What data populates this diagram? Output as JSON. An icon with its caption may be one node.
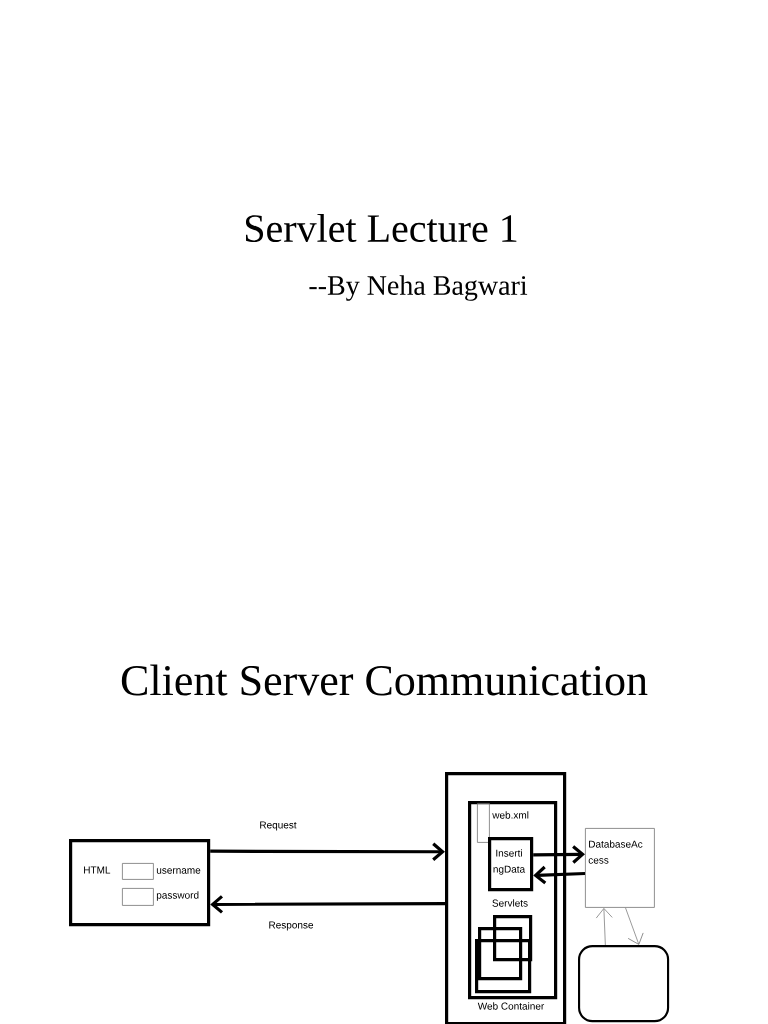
{
  "diagram": {
    "title": "Servlet Lecture 1",
    "nodes": [
      {
        "text": [
          "HTML"
        ]
      },
      {
        "text": [],
        "shape": "box",
        "in": 0,
        "beside": [
          "username"
        ]
      },
      {
        "text": [],
        "shape": "box",
        "in": 0,
        "beside": [
          "password"
        ]
      },
      {
        "text": [],
        "shape": "box"
      },
      {
        "text": [
          "Web Container"
        ],
        "in": 3
      },
      {
        "text": [],
        "shape": "box",
        "in": 4,
        "beside": [
          "web.xml"
        ]
      },
      {
        "text": [
          "Inserti ngData"
        ],
        "in": 4,
        "beside": [
          "Servlets"
        ]
      },
      {
        "text": [],
        "shape": "box",
        "in": 4
      },
      {
        "text": [],
        "shape": "box",
        "in": 4
      },
      {
        "text": [],
        "shape": "box",
        "in": 4
      },
      {
        "text": [
          "DatabaseAc cess"
        ]
      },
      {
        "text": [],
        "shape": "box"
      }
    ],
    "edges": [
      {
        "from": 0,
        "to": 3,
        "arrow": "to",
        "label": "Request"
      },
      {
        "from": 3,
        "to": 0,
        "arrow": "to",
        "label": "Response"
      },
      {
        "from": 6,
        "to": 10,
        "arrow": "to"
      },
      {
        "from": 10,
        "to": 6,
        "arrow": "to"
      },
      {
        "from": 11,
        "to": 10,
        "arrow": "to",
        "color": "#808080"
      },
      {
        "from": 10,
        "to": 11,
        "arrow": "to",
        "color": "#808080"
      }
    ],
    "labels": [
      "--By Neha Bagwari",
      "Client Server Communication"
    ]
  }
}
